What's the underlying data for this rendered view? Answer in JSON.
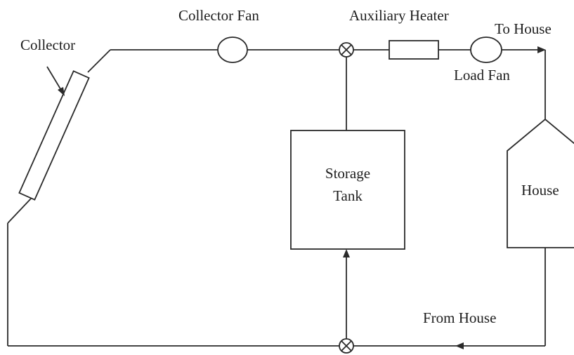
{
  "diagram": {
    "components": {
      "collector": "Collector",
      "collector_fan": "Collector Fan",
      "auxiliary_heater": "Auxiliary Heater",
      "load_fan": "Load Fan",
      "storage_tank_line1": "Storage",
      "storage_tank_line2": "Tank",
      "house": "House"
    },
    "flows": {
      "to_house": "To House",
      "from_house": "From House"
    },
    "colors": {
      "line": "#2a2a2a",
      "text": "#1e1e1e",
      "background": "#ffffff"
    },
    "icons": {
      "valve_top": "valve-icon",
      "valve_bottom": "valve-icon"
    }
  }
}
